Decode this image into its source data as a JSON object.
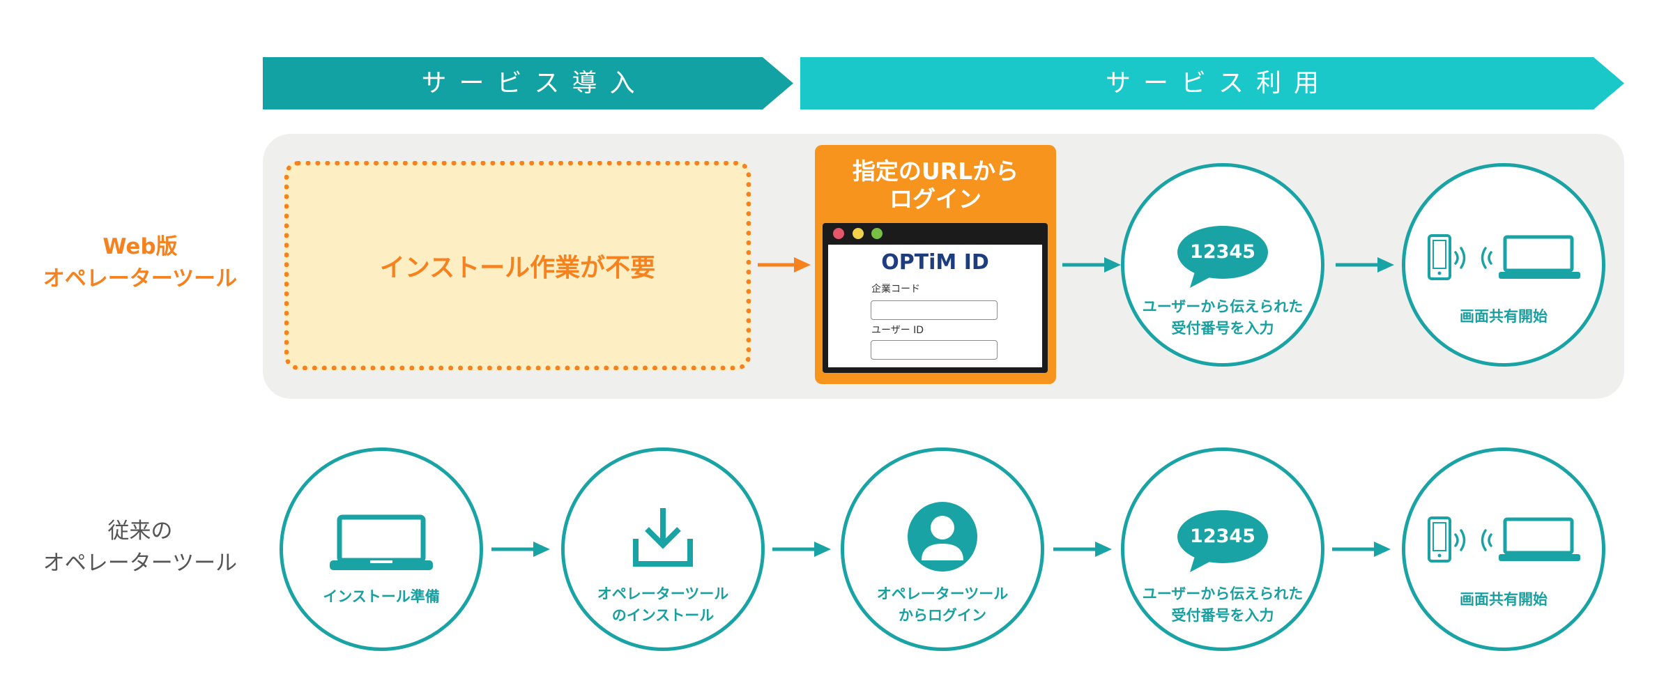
{
  "colors": {
    "teal_dark": "#12a2a3",
    "teal_light": "#1bc8c9",
    "teal": "#1aa3a4",
    "teal_text": "#189fa0",
    "orange": "#f5821f",
    "orange_card": "#f7941d",
    "panel_gray": "#efefed",
    "dotted_fill": "#fdefc3",
    "legacy_label": "#555555",
    "brand_blue": "#1d3d7f"
  },
  "banners": {
    "intro": "サービス導入",
    "usage": "サービス利用"
  },
  "web_row": {
    "label": [
      "Web版",
      "オペレーターツール"
    ],
    "no_install": "インストール作業が不要",
    "login_card": {
      "title": [
        "指定のURLから",
        "ログイン"
      ],
      "brand": "OPTiM ID",
      "company_code_label": "企業コード",
      "user_id_label": "ユーザー ID"
    },
    "steps": [
      {
        "icon": "speech-bubble-icon",
        "bubble_text": "12345",
        "text": [
          "ユーザーから伝えられた",
          "受付番号を入力"
        ]
      },
      {
        "icon": "phone-to-laptop-icon",
        "text": [
          "画面共有開始"
        ]
      }
    ]
  },
  "legacy_row": {
    "label": [
      "従来の",
      "オペレーターツール"
    ],
    "steps": [
      {
        "icon": "laptop-icon",
        "text": [
          "インストール準備"
        ]
      },
      {
        "icon": "download-icon",
        "text": [
          "オペレーターツール",
          "のインストール"
        ]
      },
      {
        "icon": "user-icon",
        "text": [
          "オペレーターツール",
          "からログイン"
        ]
      },
      {
        "icon": "speech-bubble-icon",
        "bubble_text": "12345",
        "text": [
          "ユーザーから伝えられた",
          "受付番号を入力"
        ]
      },
      {
        "icon": "phone-to-laptop-icon",
        "text": [
          "画面共有開始"
        ]
      }
    ]
  }
}
